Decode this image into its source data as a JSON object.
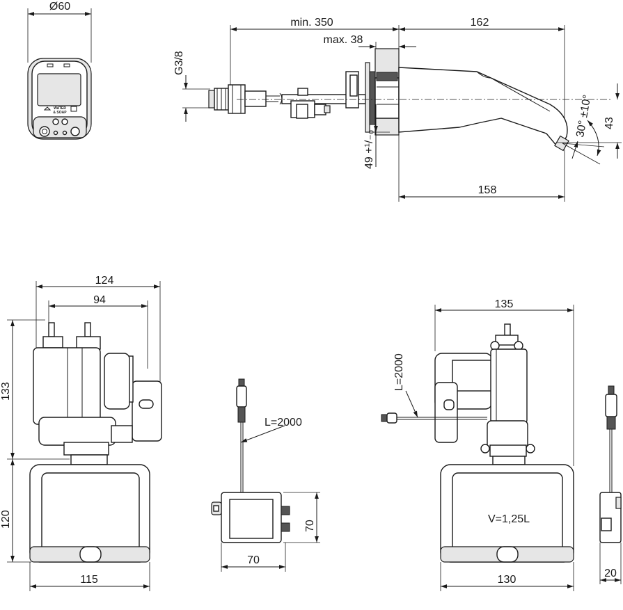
{
  "dimensions": {
    "panel_diameter": "Ø60",
    "min_wall": "min. 350",
    "max_plate": "max. 38",
    "spout_length_top": "162",
    "thread": "G3/8",
    "spout_height_offset": "49 +¹/₋₀",
    "spout_length_bottom": "158",
    "spout_drop": "43",
    "spout_angle": "30° ±10°",
    "valve_width_total": "124",
    "valve_width_inner": "94",
    "valve_height": "133",
    "tank_height": "120",
    "tank_width_front": "115",
    "cable_length_a": "L=2000",
    "box_height": "70",
    "box_width": "70",
    "side_width": "135",
    "cable_length_b": "L=2000",
    "tank_volume": "V=1,25L",
    "tank_width_side": "130",
    "sensor_depth": "20"
  },
  "panel_labels": {
    "soap_line1": "WATER",
    "soap_line2": "& SOAP"
  }
}
